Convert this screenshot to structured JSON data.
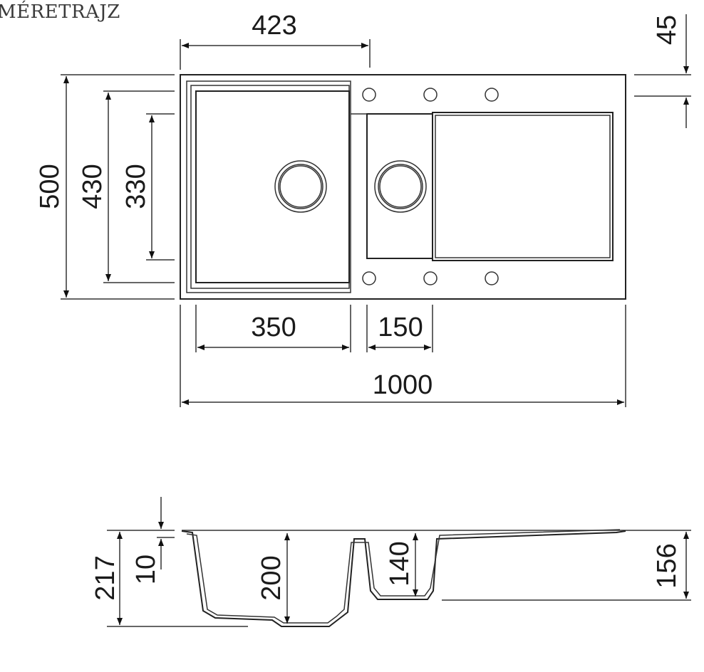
{
  "title": "MÉRETRAJZ",
  "top_view": {
    "width_bowl_outer": "423",
    "rim_offset": "45",
    "total_depth": "500",
    "inner_depth": "430",
    "bowl_depth": "330",
    "bowl_width": "350",
    "small_bowl_width": "150",
    "total_width": "1000"
  },
  "side_view": {
    "overall_height": "217",
    "rim_height": "10",
    "main_bowl_depth": "200",
    "small_bowl_depth": "140",
    "drainer_height": "156"
  }
}
